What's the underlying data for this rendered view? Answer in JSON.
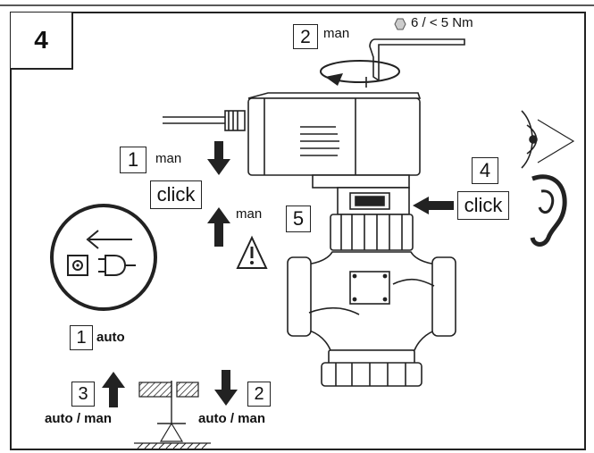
{
  "step_number": "4",
  "torque": {
    "step": "2",
    "mode": "man",
    "spec": "6 / < 5 Nm"
  },
  "left_step1": {
    "step": "1",
    "mode": "man",
    "click": "click"
  },
  "step5": {
    "step": "5",
    "mode": "man"
  },
  "step4": {
    "step": "4",
    "click": "click"
  },
  "auto_step1": {
    "step": "1",
    "mode": "auto"
  },
  "bottom_left": {
    "step": "3",
    "mode": "auto / man"
  },
  "bottom_right": {
    "step": "2",
    "mode": "auto / man"
  }
}
